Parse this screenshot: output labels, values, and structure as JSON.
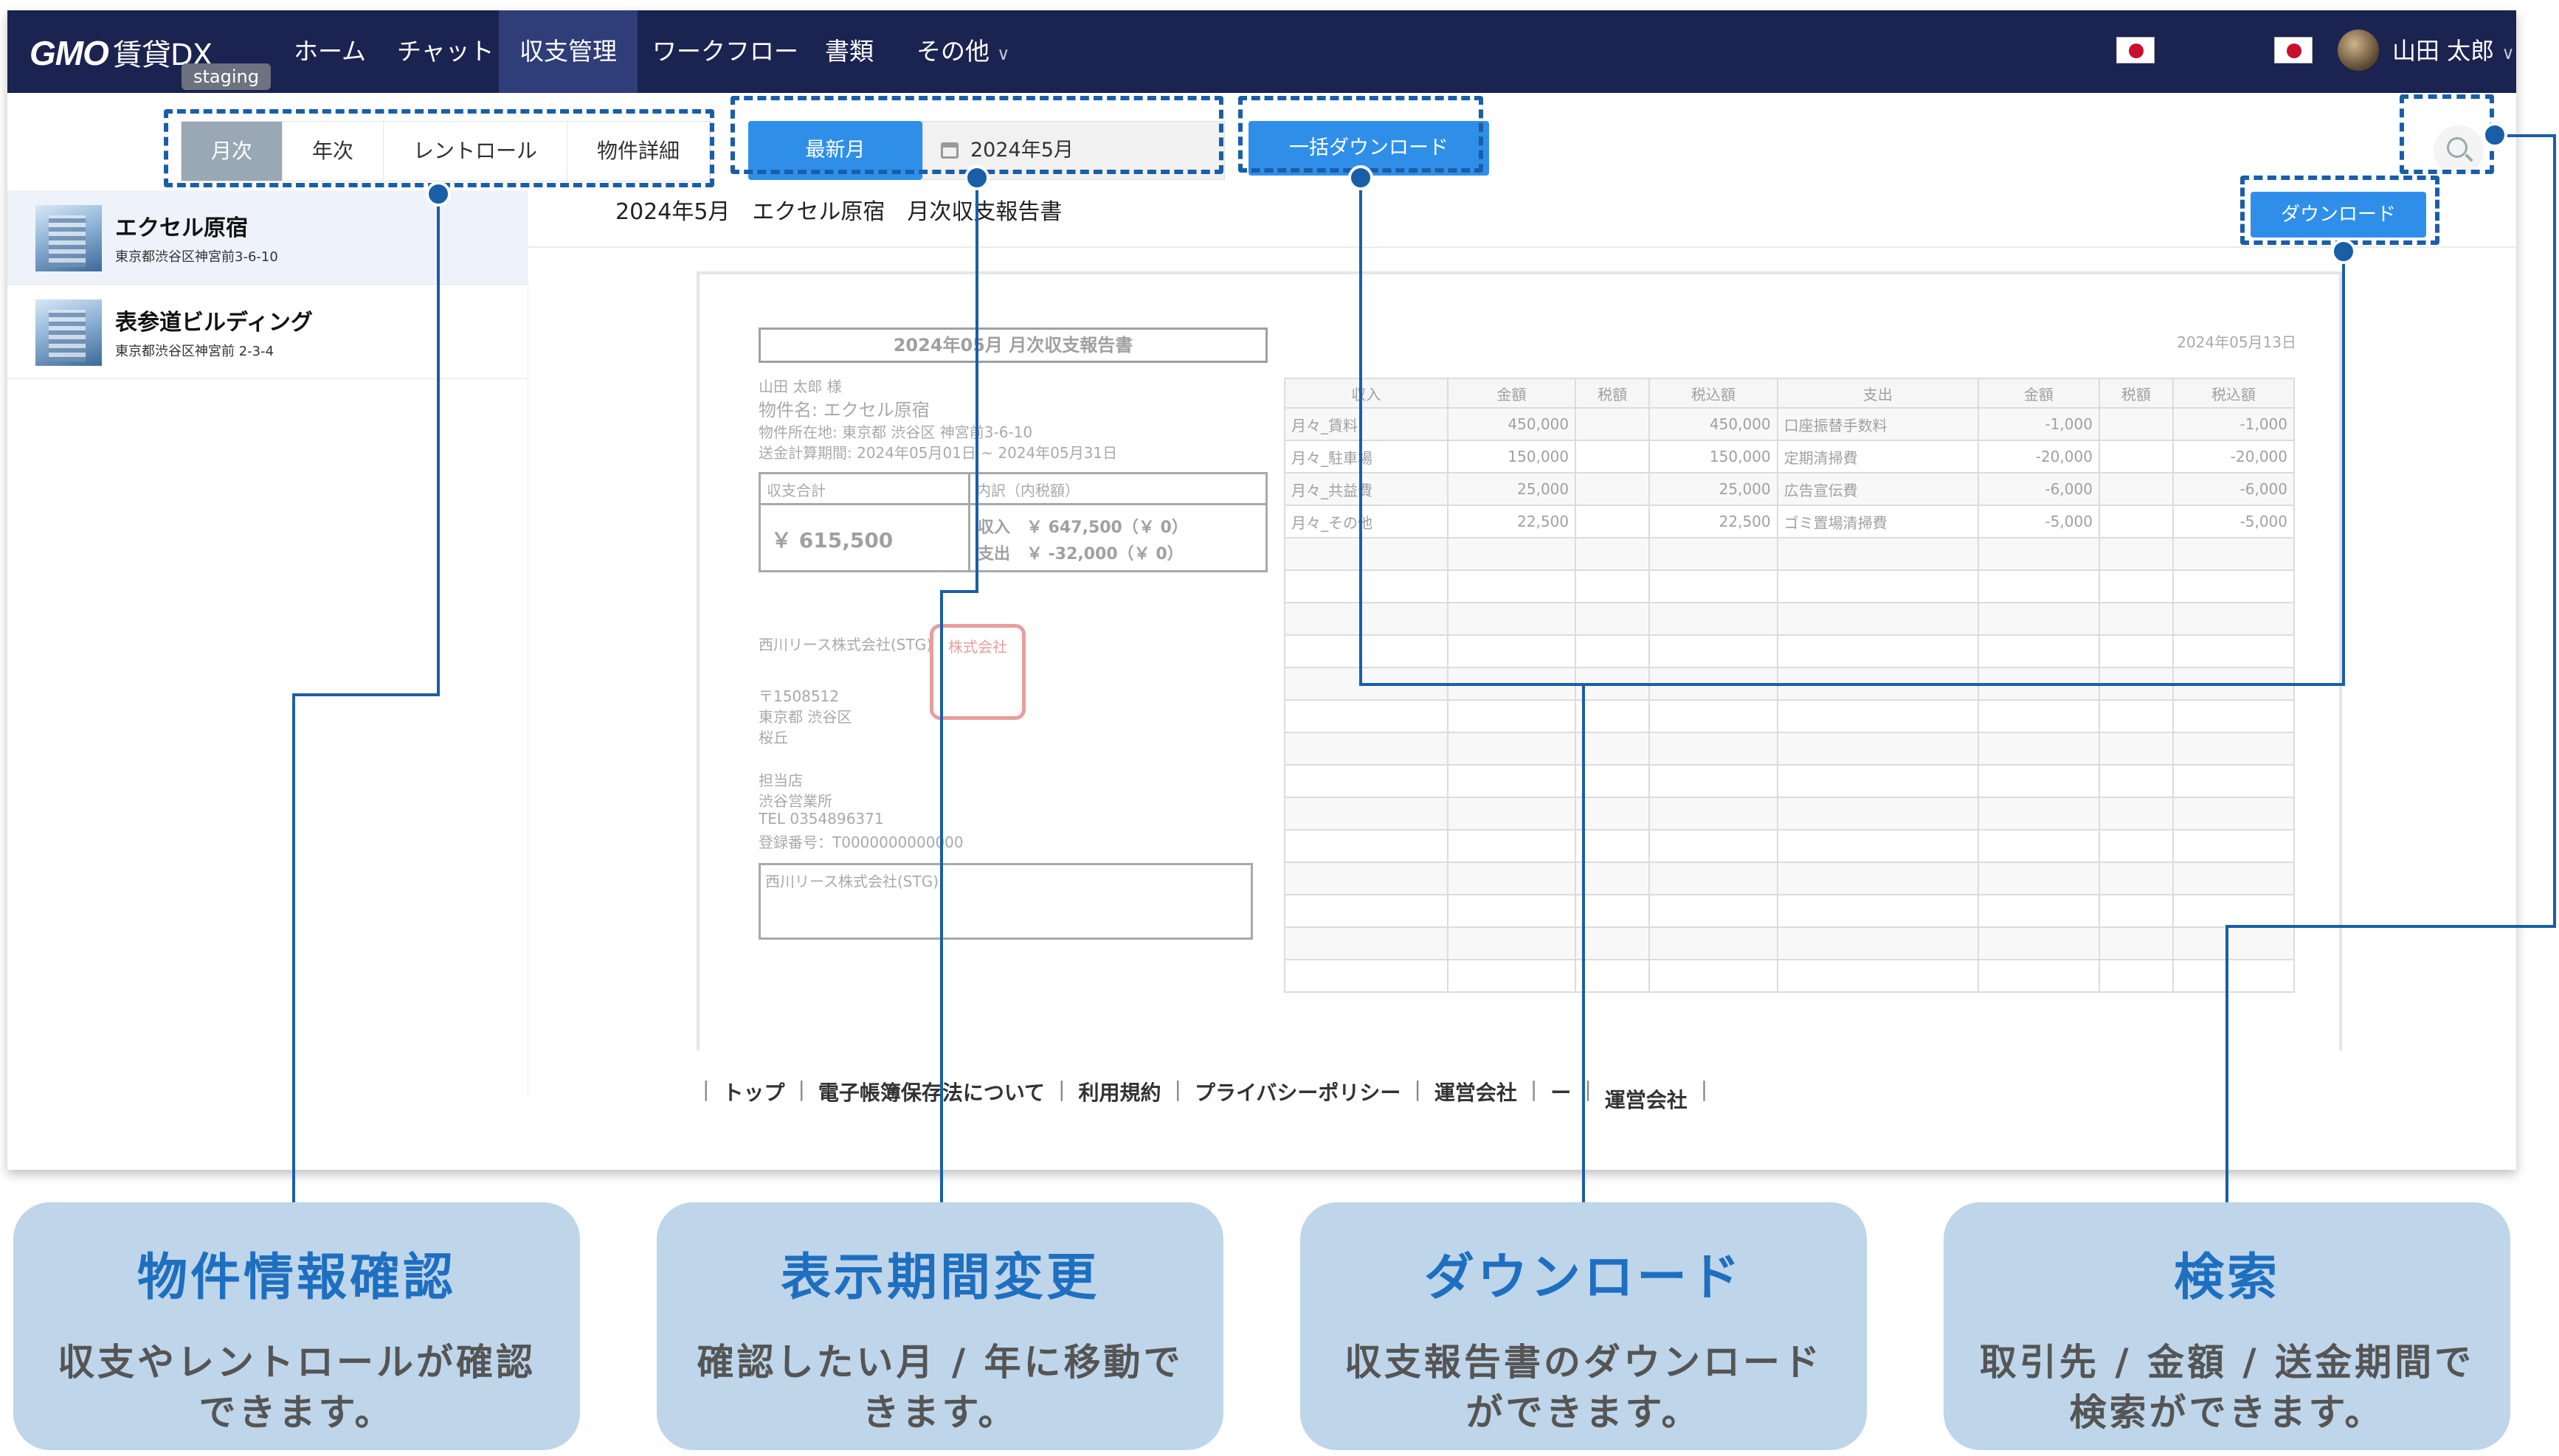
{
  "header": {
    "logo_brand": "GMO",
    "logo_product": "賃貸DX",
    "env_badge": "staging",
    "nav": [
      {
        "label": "ホーム"
      },
      {
        "label": "チャット"
      },
      {
        "label": "収支管理"
      },
      {
        "label": "ワークフロー"
      },
      {
        "label": "書類"
      },
      {
        "label": "その他"
      }
    ],
    "user_name": "山田 太郎"
  },
  "toolbar": {
    "tabs": [
      {
        "label": "月次"
      },
      {
        "label": "年次"
      },
      {
        "label": "レントロール"
      },
      {
        "label": "物件詳細"
      }
    ],
    "latest_month": "最新月",
    "period": "2024年5月",
    "bulk_download": "一括ダウンロード",
    "download": "ダウンロード"
  },
  "sidebar": {
    "properties": [
      {
        "name": "エクセル原宿",
        "address": "東京都渋谷区神宮前3-6-10"
      },
      {
        "name": "表参道ビルディング",
        "address": "東京都渋谷区神宮前 2-3-4"
      }
    ]
  },
  "report": {
    "heading": "2024年5月　エクセル原宿　月次収支報告書",
    "doc_title": "2024年05月 月次収支報告書",
    "doc_date": "2024年05月13日",
    "lines": [
      "山田 太郎 様",
      "物件名: エクセル原宿",
      "物件所在地: 東京都 渋谷区 神宮前3-6-10",
      "送金計算期間: 2024年05月01日 ~ 2024年05月31日"
    ],
    "summary_label": "収支合計",
    "detail_label": "内訳（内税額）",
    "total": "￥ 615,500",
    "income": "収入　￥ 647,500（￥ 0）",
    "expense": "支出　￥ -32,000（￥ 0）",
    "company_lines": [
      "西川リース株式会社(STG)",
      "〒1508512",
      "東京都 渋谷区",
      "桜丘"
    ],
    "stamp_text": "株式会社",
    "branch_lines": [
      "担当店",
      "渋谷営業所",
      "TEL 0354896371",
      "登録番号：T0000000000000"
    ],
    "bank_label": "西川リース株式会社(STG)",
    "ledger_headers": [
      "収入",
      "金額",
      "税額",
      "税込額",
      "支出",
      "金額",
      "税額",
      "税込額"
    ],
    "ledger_rows": [
      [
        "月々_賃料",
        "450,000",
        "",
        "450,000",
        "口座振替手数料",
        "-1,000",
        "",
        "-1,000"
      ],
      [
        "月々_駐車場",
        "150,000",
        "",
        "150,000",
        "定期清掃費",
        "-20,000",
        "",
        "-20,000"
      ],
      [
        "月々_共益費",
        "25,000",
        "",
        "25,000",
        "広告宣伝費",
        "-6,000",
        "",
        "-6,000"
      ],
      [
        "月々_その他",
        "22,500",
        "",
        "22,500",
        "ゴミ置場清掃費",
        "-5,000",
        "",
        "-5,000"
      ]
    ]
  },
  "footer": {
    "links": [
      "トップ",
      "電子帳簿保存法について",
      "利用規約",
      "プライバシーポリシー",
      "運営会社",
      "ー",
      "運営会社"
    ]
  },
  "callouts": [
    {
      "title": "物件情報確認",
      "desc": "収支やレントロールが確認できます。"
    },
    {
      "title": "表示期間変更",
      "desc": "確認したい月 / 年に移動できます。"
    },
    {
      "title": "ダウンロード",
      "desc": "収支報告書のダウンロードができます。"
    },
    {
      "title": "検索",
      "desc": "取引先 / 金額 / 送金期間で検索ができます。"
    }
  ],
  "colors": {
    "topbar": "#1b2350",
    "accent_blue": "#2f8fe8",
    "annotation_blue": "#1a5ea8",
    "callout_bg": "#bed5ea"
  }
}
